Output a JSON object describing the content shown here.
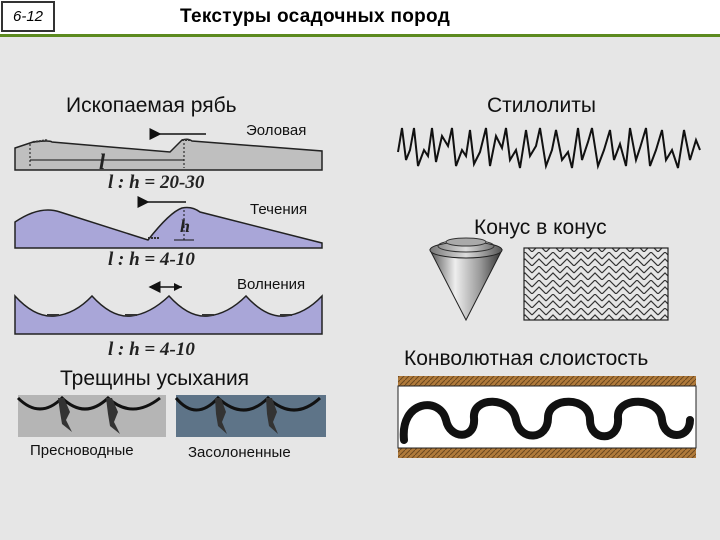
{
  "header": {
    "slide_number": "6-12",
    "title": "Текстуры осадочных пород"
  },
  "ripples": {
    "heading": "Ископаемая рябь",
    "aeolian": {
      "label": "Эоловая",
      "ratio": "l : h = 20-30",
      "l_symbol": "l"
    },
    "current": {
      "label": "Течения",
      "ratio": "l : h = 4-10",
      "h_symbol": "h"
    },
    "wave": {
      "label": "Волнения",
      "ratio": "l : h = 4-10"
    }
  },
  "stylolites": {
    "heading": "Стилолиты"
  },
  "cone": {
    "heading": "Конус в конус"
  },
  "cracks": {
    "heading": "Трещины усыхания",
    "freshwater": "Пресноводные",
    "saline": "Засолоненные"
  },
  "convolute": {
    "heading": "Конволютная слоистость"
  },
  "colors": {
    "accent_bar": "#5c8a1f",
    "ripple_fill": "#a9a6d8",
    "aeolian_fill": "#bfbfbf",
    "saline_fill": "#5e7488",
    "convolute_border": "#b07a3a"
  }
}
